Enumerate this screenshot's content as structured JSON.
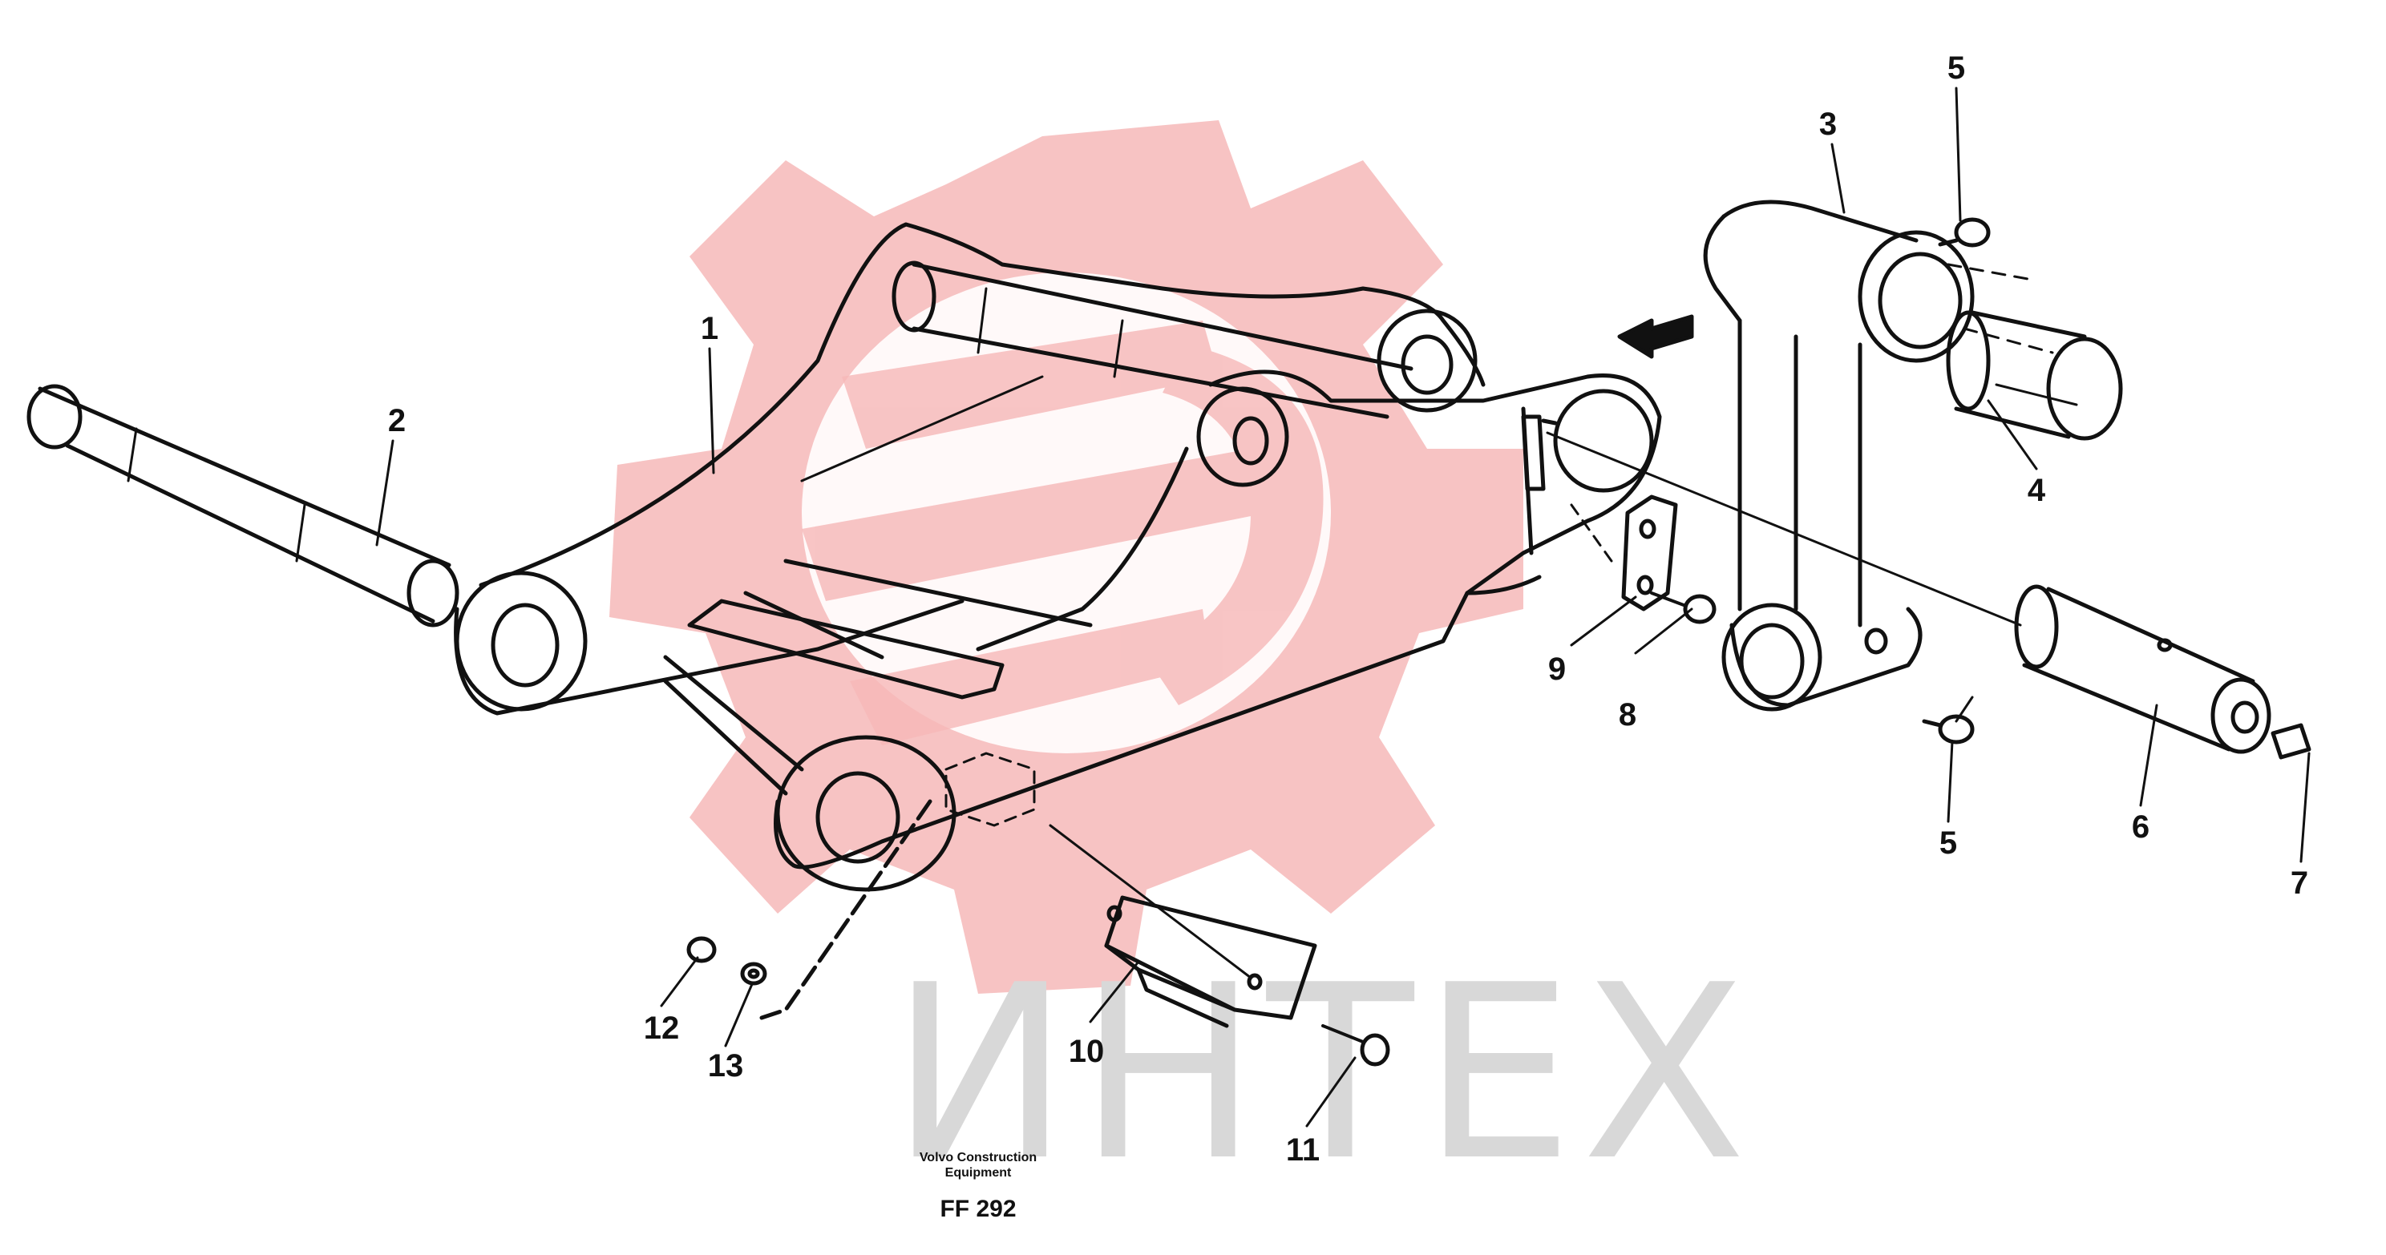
{
  "diagram": {
    "colors": {
      "ink": "#111111",
      "watermark_gear": "#f6b8b8",
      "watermark_text": "#d8d8d8",
      "background": "#ffffff"
    },
    "watermark": {
      "icon": "gear-logo-icon",
      "text": "ИНТЕХ"
    },
    "callouts": [
      {
        "id": "1",
        "label": "1"
      },
      {
        "id": "2",
        "label": "2"
      },
      {
        "id": "3",
        "label": "3"
      },
      {
        "id": "4",
        "label": "4"
      },
      {
        "id": "5a",
        "label": "5"
      },
      {
        "id": "5b",
        "label": "5"
      },
      {
        "id": "6",
        "label": "6"
      },
      {
        "id": "7",
        "label": "7"
      },
      {
        "id": "8",
        "label": "8"
      },
      {
        "id": "9",
        "label": "9"
      },
      {
        "id": "10",
        "label": "10"
      },
      {
        "id": "11",
        "label": "11"
      },
      {
        "id": "12",
        "label": "12"
      },
      {
        "id": "13",
        "label": "13"
      }
    ],
    "caption": {
      "line1": "Volvo Construction",
      "line2": "Equipment",
      "code": "FF 292"
    }
  }
}
